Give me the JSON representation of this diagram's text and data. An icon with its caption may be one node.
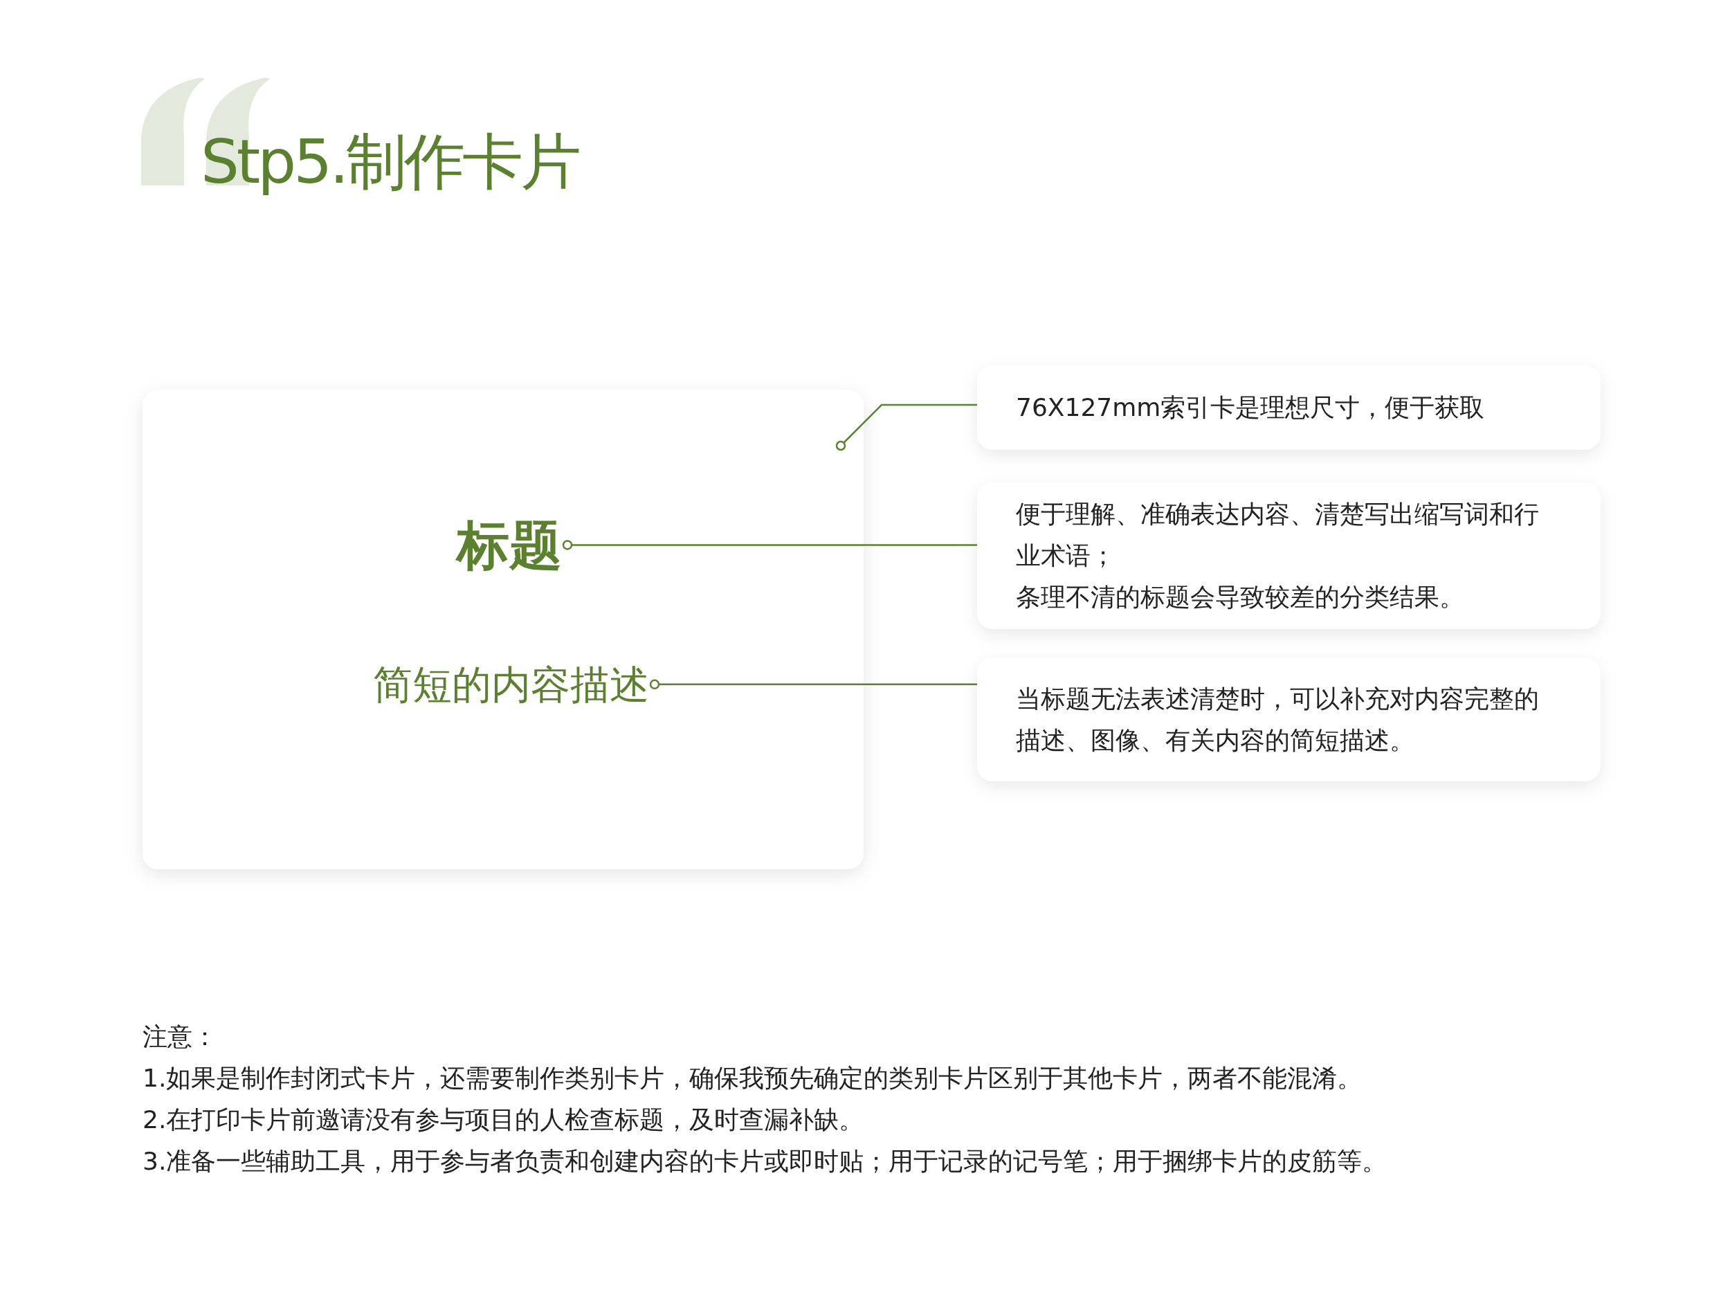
{
  "diagram": {
    "title": "Stp5.制作卡片",
    "nodes": [
      {
        "text": [],
        "shape": "box"
      },
      {
        "text": [
          "标题"
        ],
        "in": 0
      },
      {
        "text": [
          "简短的内容描述"
        ],
        "in": 0
      },
      {
        "text": [
          "76X127mm索引卡是理想尺寸，便于获取"
        ]
      },
      {
        "text": [
          "便于理解、准确表达内容、清楚写出缩写词和行业术语；",
          "条理不清的标题会导致较差的分类结果。"
        ]
      },
      {
        "text": [
          "当标题无法表述清楚时，可以补充对内容完整的描述、图像、有关内容的简短描述。"
        ]
      }
    ],
    "edges": [
      {
        "from": 3,
        "to": 0,
        "arrow": "other"
      },
      {
        "from": 4,
        "to": 1,
        "arrow": "other"
      },
      {
        "from": 5,
        "to": 2,
        "arrow": "other"
      }
    ],
    "labels": [
      "注意：",
      "1.如果是制作封闭式卡片，还需要制作类别卡片，确保我预先确定的类别卡片区别于其他卡片，两者不能混淆。",
      "2.在打印卡片前邀请没有参与项目的人检查标题，及时查漏补缺。",
      "3.准备一些辅助工具，用于参与者负责和创建内容的卡片或即时贴；用于记录的记号笔；用于捆绑卡片的皮筋等。"
    ]
  }
}
